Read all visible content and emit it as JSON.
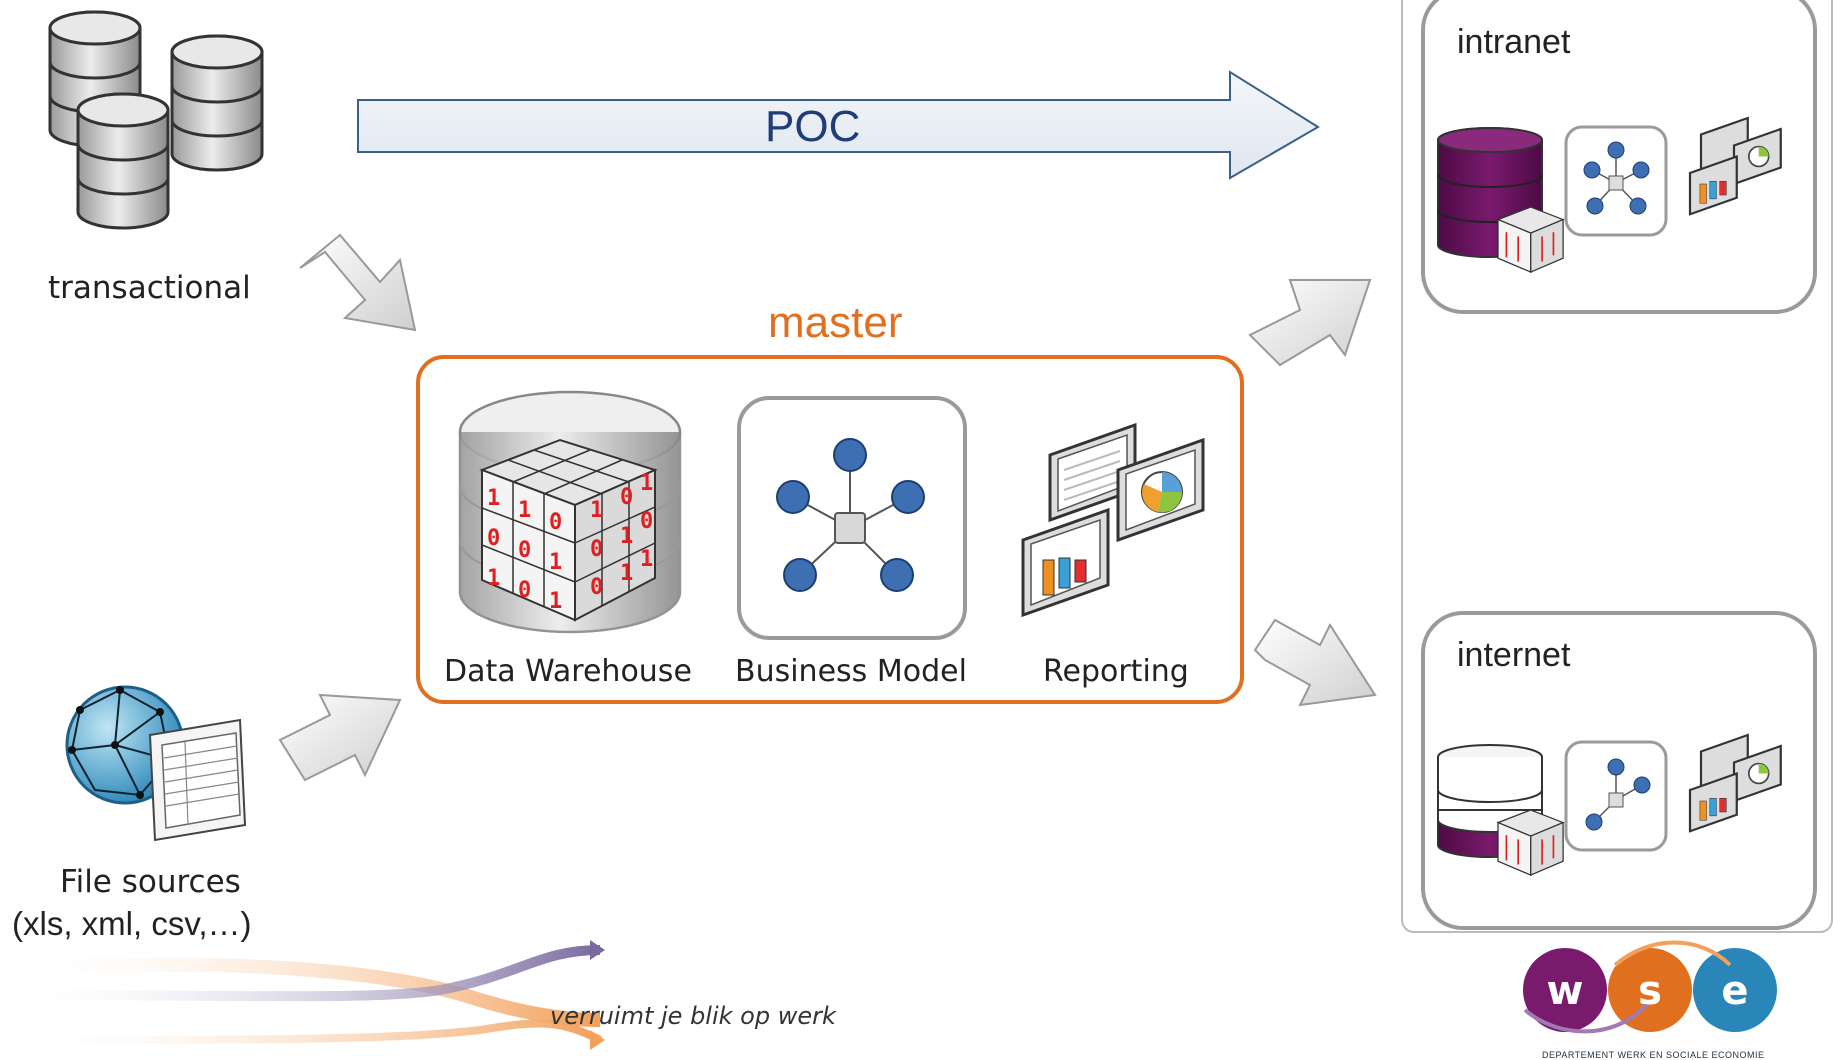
{
  "sources": {
    "transactional_label": "transactional",
    "file_sources_label": "File sources",
    "file_sources_sub": "(xls, xml, csv,…)"
  },
  "poc": {
    "label": "POC"
  },
  "master": {
    "title": "master",
    "components": [
      {
        "label": "Data Warehouse"
      },
      {
        "label": "Business Model"
      },
      {
        "label": "Reporting"
      }
    ]
  },
  "targets": {
    "intranet_label": "intranet",
    "internet_label": "internet"
  },
  "footer": {
    "slogan": "verruimt je blik op werk",
    "logo_text": "wse",
    "logo_caption": "DEPARTEMENT WERK EN SOCIALE ECONOMIE"
  },
  "binary_digits": [
    "1",
    "1",
    "0",
    "1",
    "0",
    "1",
    "0",
    "0",
    "1",
    "0",
    "1",
    "0",
    "1",
    "0",
    "1",
    "0",
    "1",
    "1"
  ],
  "colors": {
    "orange": "#E07020",
    "purple": "#6A0F5E",
    "node_blue": "#3E6FB2",
    "poc_text": "#1F3D7A",
    "gray_border": "#8a8a8a"
  },
  "icons": [
    "database-icon",
    "globe-icon",
    "spreadsheet-icon",
    "cube-icon",
    "network-icon",
    "dashboard-icon",
    "arrow-icon",
    "logo-icon"
  ]
}
